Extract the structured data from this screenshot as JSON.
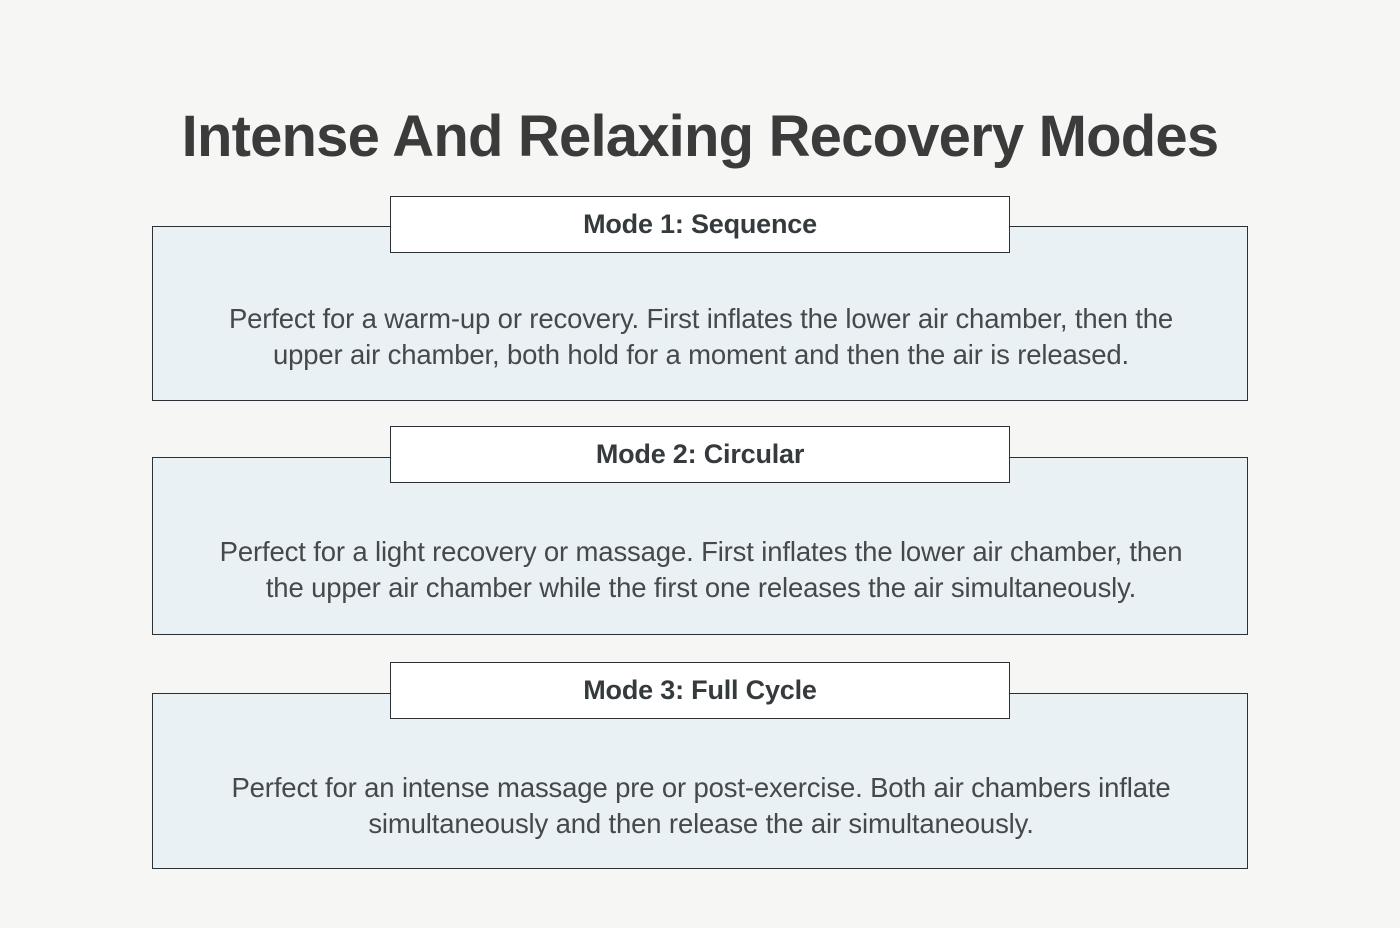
{
  "page": {
    "title": "Intense And Relaxing Recovery Modes",
    "background_color": "#f6f6f5",
    "card_background_color": "#e9f1f4",
    "border_color": "#2b3035",
    "title_color": "#3b3b3b",
    "body_text_color": "#45494c"
  },
  "cards": [
    {
      "header": "Mode 1: Sequence",
      "description": "Perfect for a warm-up or recovery. First inflates the lower air chamber, then the upper air chamber, both hold for a moment and then the air is released."
    },
    {
      "header": "Mode 2: Circular",
      "description": "Perfect for a light recovery or massage. First inflates the lower air chamber, then the upper air chamber while the first one releases the air simultaneously."
    },
    {
      "header": "Mode 3: Full Cycle",
      "description": "Perfect for an intense massage pre or post-exercise. Both air chambers inflate simultaneously and then release the air simultaneously."
    }
  ]
}
